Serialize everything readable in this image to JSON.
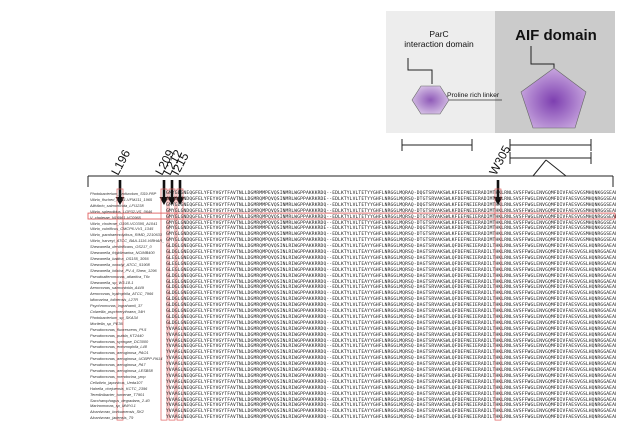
{
  "domains": {
    "parc_label": "ParC\ninteraction domain",
    "aif_label": "AIF domain",
    "linker_label": "Proline rich linker"
  },
  "colors": {
    "hexagon_fill": "#b084c9",
    "pentagon_fill": "#a567c9",
    "highlight_box": "#e06060",
    "panel_light": "#ededed",
    "panel_dark": "#cbcbcb"
  },
  "residue_markers": [
    "L196",
    "L209",
    "L212",
    "I215",
    "W305"
  ],
  "alignment": {
    "rows": [
      {
        "species": "Photobacterium_profundum_SS9-P8P",
        "seq": "GMYGLGNEQGFELYFEYVGYTFAVTNLLDGMRMMPEVQSINMRLWGPPAKKKRDQ--EDLKTYLVLTETYYGHFLNRGGLMQRAQ-DQGTSRVAKSWLKFEEFNEIERADIMTHKLRNLSVSFFWGLENVGQMFDIVFAESVGSMHQNKGGSEALGGKD-P"
      },
      {
        "species": "Vibrio_fischeri_MJ11-VFMJ11_1965",
        "seq": "GMYGLGNDQGFELYFEYVGYTFAVTNLLDGMRQMPQVQSINMRLWGPPAKRKRDE--EDLKTYLVLTETYYGHFLNRGGLMQRSQ-DTGTSRVAKSWLKFDEFNEIERADIMTHKLRNLSVSFFWGLENVGQMFDIVFAESVGSMHQNRGGSEALGGKE-P"
      },
      {
        "species": "Aliivibrio_salmonicida_LFI1238",
        "seq": "GMYGLGNEQGFELYFEYVGYTFAVTNLLDGMRMMPEVQSINMRLWGPPAKRKRDQ--EDLKTYLVLTETYYGHFLNRGGLMQRAQ-DQGTSRVAKSWLKFEEFNEIERADIMTHKLRNLSVSFFWGLENVGQMFDIVFAESVGSMHQNKGGSEALGGKD-P"
      },
      {
        "species": "Vibrio_splendidus_LGP32-VS_0646",
        "seq": "GMYGLGNDQGFELYFEYVGYTFAVTNLLDGMRQMPQVQSINMRLWGPPAKKKRDQ--EDLKTYLVLTETYYGHFLNRGGLMQRAQ-DTGTSRVAKSWLKFDEFNEIERADIMTHKLRNLSVSFFWGLENVGQMFDIVFAESVGSMHQNRGGSEALGGKD-P"
      },
      {
        "species": "V_cholerae_N16961-VC0965",
        "seq": "GMYGLGNDQGFELYFEYVGYTFAVTNLLDGMRQMPQVQSINMRLWGPPAKRKRDQ--EDLKTYLVLTETYYGHFLNRGGLMQRSQ-DTGTSRVAKSWLKFEEFNEIERADIMTHKLRNLSVSFFWGLENVGQMFDIVFAESVGSMHQNRGGSEALGGKE-P"
      },
      {
        "species": "Vibrio_cholerae_O395-VC0395_A1041",
        "seq": "GMYGLGNDQGFELYFEYVGYTFAVTNLLDGMRQMPQVQSINMRLWGPPAKRKRDQ--EDLKTYLVLTETYYGHFLNRGGLMQRSQ-DTGTSRVAKSWLKFEEFNEIERADIMTHKLRNLSVSFFWGLENVGQMFDIVFAESVGSMHQNRGGSEALGGKE-P"
      },
      {
        "species": "Vibrio_vulnificus_CMCP6-VV1_1345",
        "seq": "GMYGLGNDQGFELYFEYVGYTFAVTNLLDGMRMMPEVQSINMRLWGPPAKKKRDE--EDLKTYLVLTETYYGHFLNRGGLMQRAQ-DQGTSRVAKSWLKFDEFNEIERADIMTHKLRNLSVSFFWGLENVGQMFDIVFAESVGSMHQNKGGSEALGGKD-P"
      },
      {
        "species": "Vibrio_parahaemolyticus_RIMD_2210633",
        "seq": "GMYGLGNDQGFELYFEYVGYTFAVTNLLDGMRQMPQVQSINMRLWGPPAKRKRDQ--EDLKTYLVLTETYYGHFLNRGGLMQRSQ-DTGTSRVAKSWLKFEEFNEIERADIMTHKLRNLSVSFFWGLENVGQMFDIVFAESVGSMHQNRGGSEALGGKE-P"
      },
      {
        "species": "Vibrio_harveyi_ATCC_BAA-1116-VIBHAR_01136",
        "seq": "GMYGLGNDQGFELYFEYVGYTFAVTNLLDGMRQMPQVQSINMRLWGPPAKRKRDQ--EDLKTYLVLTETYYGHFLNRGGLMQRSQ-DTGTSRVAKSWLKFEEFNEIERADIMTHKLRNLSVSFFWGLENVGQMFDIVFAESVGSMHQNRGGSEALGGKE-P"
      },
      {
        "species": "Shewanella_denitrificans_OS217_0",
        "seq": "GLDGLGNEQGFELYFEYVGYTFAVTNLLDGMRQMPQVQSINLRIWGPPAKKRRDQ--EDLKTYLVLTEAYYGHFLNRGGLMQRSQ-DAGTSRVAKSWLQFDEFNEIERADILTHKLRNLSVSFFWGLENVGQMFDIVFAESVGSLHQNRGGAEALGGKE-P"
      },
      {
        "species": "Shewanella_frigidimarina_NCIMB400",
        "seq": "GLDGLGNEQGFELYFEYVGYTFAVTNLLDGMRQMPQVQSINLRIWGPPAKKRRDQ--EDLKTYLVLTEAYYGHFLNRGGLMQRSQ-DAGTSRVAKSWLQFDEFNEIERADILTHKLRNLSVSFFWGLENVGQMFDIVFAESVGSLHQNRGGAEALGGKE-P"
      },
      {
        "species": "Shewanella_baltica_OS155_3056",
        "seq": "GLEGLGNEQGFELYFEYVGYTFAVTNLLDGMRQMPQVQSINLRIWGPPAKKRRDQ--EDLKTYLVLTEAYYGHFLNRGGLMQRSQ-DAGTSRVAKSWLQFDEFNEIERADILTHKLRNLSVSFFWGLENVGQMFDIVFAESVGSLHQNRGGAEALGGKE-P"
      },
      {
        "species": "Shewanella_woodyi_ATCC_51908",
        "seq": "GLEGLGNEQGFELYFEYVGYTFAVTNLLDGMRQMPQVQSINLRIWGPPAKKRRDQ--EDLKTYLVLTEAYYGHFLNRGGLMQRSQ-DAGTSRVAKSWLQFDEFNEIERADILTHKLRNLSVSFFWGLENVGQMFDIVFAESVGSLHQNRGGAEALGGKE-P"
      },
      {
        "species": "Shewanella_loihica_PV-4_Shew_1296",
        "seq": "GLEGLGNEQGFELYFEYVGYTFAVTNLLDGMRQMPQVQSINLRIWGPPAKKRRDQ--EDLKTYLVLTEAYYGHFLNRGGLMQRSQ-DAGTSRVAKSWLQFDEFNEIERADILTHKLRNLSVSFFWGLENVGQMFDIVFAESVGSLHQNRGGAEALGGKE-P"
      },
      {
        "species": "Pseudoalteromonas_atlantica_T6c",
        "seq": "GLDGLGNEQGFELYFEYVGYTFAVTNLLDGMRQMPQVQSINLRIWGPPAKKRRDQ--EDLKTYLVLTEAYYGHFLNRGGLMQRSQ-DAGTSRVAKSWLQFDEFNEIERADILTHKLRNLSVSFFWGLENVGQMFDIVFAESVGSLHQNRGGAEALGGKE-P"
      },
      {
        "species": "Shewanella_sp_W3-18-1",
        "seq": "GLEGLGNEQGFELYFEYVGYTFAVTNLLDGMRQMPQVQSINLRIWGPPAKKRRDQ--EDLKTYLVLTEAYYGHFLNRGGLMQRSQ-DAGTSRVAKSWLQFDEFNEIERADILTHKLRNLSVSFFWGLENVGQMFDIVFAESVGSLHQNRGGAEALGGKE-P"
      },
      {
        "species": "Aeromonas_salmonicida_A449",
        "seq": "GLDGLGNEQGFELYFEYVGYTFAVTNLLDGMRQMPQVQSINLRIWGPPAKKRRDQ--EDLKTYLVLTEAYYGHFLNRGGLMQRSQ-DAGTSRVAKSWLQFDEFNEIERADILTHKLRNLSVSFFWGLENVGQMFDIVFAESVGSLHQNRGGAEALGGKE-P"
      },
      {
        "species": "Aeromonas_hydrophila_ATCC_7966",
        "seq": "GLDGLGNEQGFELYFEYVGYTFAVTNLLDGMRQMPQVQSINLRIWGPPAKKRRDQ--EDLKTYLVLTEAYYGHFLNRGGLMQRSQ-DAGTSRVAKSWLQFDEFNEIERADILTHKLRNLSVSFFWGLENVGQMFDIVFAESVGSLHQNRGGAEALGGKE-P"
      },
      {
        "species": "Idiomarina_loihiensis_L2TR",
        "seq": "GLDGLGNEQGFELYFEYVGYTFAVTNLLDGMRQMPQVQSINLRIWGPPAKKRRDQ--EDLKTYLVLTEAYYGHFLNRGGLMQRSQ-DAGTSRVAKSWLQFDEFNEIERADILTHKLRNLSVSFFWGLENVGQMFDIVFAESVGSLHQNRGGAEALGGKE-P"
      },
      {
        "species": "Psychromonas_ingrahamii_37",
        "seq": "GLDGLGNEQGFELYFEYVGYTFAVTNLLDGMRQMPQVQSINLRIWGPPAKKRRDQ--EDLKTYLVLTEAYYGHFLNRGGLMQRSQ-DAGTSRVAKSWLQFDEFNEIERADILTHKLRNLSVSFFWGLENVGQMFDIVFAESVGSLHQNRGGAEALGGKE-P"
      },
      {
        "species": "Colwellia_psychrerythraea_34H",
        "seq": "GLDGLGNEQGFELYFEYVGYTFAVTNLLDGMRQMPQVQSINLRIWGPPAKKRRDQ--EDLKTYLVLTEAYYGHFLNRGGLMQRSQ-DAGTSRVAKSWLQFDEFNEIERADILTHKLRNLSVSFFWGLENVGQMFDIVFAESVGSLHQNRGGAEALGGKE-P"
      },
      {
        "species": "Photobacterium_sp_SKA34",
        "seq": "GLDGLGNEQGFELYFEYVGYTFAVTNLLDGMRQMPQVQSINLRIWGPPAKKRRDQ--EDLKTYLVLTEAYYGHFLNRGGLMQRSQ-DAGTSRVAKSWLQFDEFNEIERADILTHKLRNLSVSFFWGLENVGQMFDIVFAESVGSLHQNRGGAEALGGKE-P"
      },
      {
        "species": "Moritella_sp_PE36",
        "seq": "GLDGLGNEQGFELYFEYVGYTFAVTNLLDGMRQMPQVQSINLRIWGPPAKKRRDQ--EDLKTYLVLTEAYYGHFLNRGGLMQRSQ-DAGTSRVAKSWLQFDEFNEIERADILTHKLRNLSVSFFWGLENVGQMFDIVFAESVGSLHQNRGGAEALGGKE-P"
      },
      {
        "species": "Pseudomonas_fluorescens_Pf-5",
        "seq": "YVAAGLNEQGFELYFEYVGYTFAVTNLLDGMRQMPQVQSINLRIWGPPAKKRRDQ--EDLKTYLVLTEAYYGHFLNRGGLMQRSQ-DAGTSRVAKSWLQFDEFNEIERADILTHKLRNLSVSFFWGLENVGQMFDIVFAESVGSLHQNRGGAEALGGKE-P"
      },
      {
        "species": "Pseudomonas_putida_KT2440",
        "seq": "YVAAGLNEQGFELYFEYVGYTFAVTNLLDGMRQMPQVQSINLRIWGPPAKKRRDQ--EDLKTYLVLTEAYYGHFLNRGGLMQRSQ-DAGTSRVAKSWLQFDEFNEIERADILTHKLRNLSVSFFWGLENVGQMFDIVFAESVGSLHQNRGGAEALGGKE-P"
      },
      {
        "species": "Pseudomonas_syringae_DC3000",
        "seq": "YVAAGLNEQGFELYFEYVGYTFAVTNLLDGMRQMPQVQSINLRIWGPPAKKRRDQ--EDLKTYLVLTEAYYGHFLNRGGLMQRSQ-DAGTSRVAKSWLQFDEFNEIERADILTHKLRNLSVSFFWGLENVGQMFDIVFAESVGSLHQNRGGAEALGGKE-P"
      },
      {
        "species": "Pseudomonas_entomophila_L48",
        "seq": "YVAAGLNEQGFELYFEYVGYTFAVTNLLDGMRQMPQVQSINLRIWGPPAKKRRDQ--EDLKTYLVLTEAYYGHFLNRGGLMQRSQ-DAGTSRVAKSWLQFDEFNEIERADILTHKLRNLSVSFFWGLENVGQMFDIVFAESVGSLHQNRGGAEALGGKE-P"
      },
      {
        "species": "Pseudomonas_aeruginosa_PAO1",
        "seq": "YVAAGLNEQGFELYFEYVGYTFAVTNLLDGMRQMPQVQSINLRIWGPPAKKRRDQ--EDLKTYLVLTEAYYGHFLNRGGLMQRSQ-DAGTSRVAKSWLQFDEFNEIERADILTHKLRNLSVSFFWGLENVGQMFDIVFAESVGSLHQNRGGAEALGGKE-P"
      },
      {
        "species": "Pseudomonas_aeruginosa_UCBPP-PA14",
        "seq": "YVAAGLNEQGFELYFEYVGYTFAVTNLLDGMRQMPQVQSINLRIWGPPAKKRRDQ--EDLKTYLVLTEAYYGHFLNRGGLMQRSQ-DAGTSRVAKSWLQFDEFNEIERADILTHKLRNLSVSFFWGLENVGQMFDIVFAESVGSLHQNRGGAEALGGKE-P"
      },
      {
        "species": "Pseudomonas_aeruginosa_PA7",
        "seq": "YVAAGLNEQGFELYFEYVGYTFAVTNLLDGMRQMPQVQSINLRIWGPPAKKRRDQ--EDLKTYLVLTEAYYGHFLNRGGLMQRSQ-DAGTSRVAKSWLQFDEFNEIERADILTHKLRNLSVSFFWGLENVGQMFDIVFAESVGSLHQNRGGAEALGGKE-P"
      },
      {
        "species": "Pseudomonas_aeruginosa_LESB58",
        "seq": "YVAAGLNEQGFELYFEYVGYTFAVTNLLDGMRQMPQVQSINLRIWGPPAKKRRDQ--EDLKTYLVLTEAYYGHFLNRGGLMQRSQ-DAGTSRVAKSWLQFDEFNEIERADILTHKLRNLSVSFFWGLENVGQMFDIVFAESVGSLHQNRGGAEALGGKE-P"
      },
      {
        "species": "Pseudomonas_mendocina_ymp",
        "seq": "YVAAGLNEQGFELYFEYVGYTFAVTNLLDGMRQMPQVQSINLRIWGPPAKKRRDQ--EDLKTYLVLTEAYYGHFLNRGGLMQRSQ-DAGTSRVAKSWLQFDEFNEIERADILTHKLRNLSVSFFWGLENVGQMFDIVFAESVGSLHQNRGGAEALGGKE-P"
      },
      {
        "species": "Cellvibrio_japonicus_Ueda107",
        "seq": "YVAAGLNEQGFELYFEYVGYTFAVTNLLDGMRQMPQVQSINLRIWGPPAKKRRDQ--EDLKTYLVLTEAYYGHFLNRGGLMQRSQ-DAGTSRVAKSWLQFDEFNEIERADILTHKLRNLSVSFFWGLENVGQMFDIVFAESVGSLHQNRGGAEALGGKE-P"
      },
      {
        "species": "Hahella_chejuensis_KCTC_2396",
        "seq": "YVAAGLNEQGFELYFEYVGYTFAVTNLLDGMRQMPQVQSINLRIWGPPAKKRRDQ--EDLKTYLVLTEAYYGHFLNRGGLMQRSQ-DAGTSRVAKSWLQFDEFNEIERADILTHKLRNLSVSFFWGLENVGQMFDIVFAESVGSLHQNRGGAEALGGKE-P"
      },
      {
        "species": "Teredinibacter_turnerae_T7901",
        "seq": "YVAAGLNEQGFELYFEYVGYTFAVTNLLDGMRQMPQVQSINLRIWGPPAKKRRDQ--EDLKTYLVLTEAYYGHFLNRGGLMQRSQ-DAGTSRVAKSWLQFDEFNEIERADILTHKLRNLSVSFFWGLENVGQMFDIVFAESVGSLHQNRGGAEALGGKE-P"
      },
      {
        "species": "Saccharophagus_degradans_2-40",
        "seq": "YVAAGLNEQGFELYFEYVGYTFAVTNLLDGMRQMPQVQSINLRIWGPPAKKRRDQ--EDLKTYLVLTEAYYGHFLNRGGLMQRSQ-DAGTSRVAKSWLQFDEFNEIERADILTHKLRNLSVSFFWGLENVGQMFDIVFAESVGSLHQNRGGAEALGGKE-P"
      },
      {
        "species": "Marinomonas_sp_MWYL1",
        "seq": "YVAAGLNEQGFELYFEYVGYTFAVTNLLDGMRQMPQVQSINLRIWGPPAKKRRDQ--EDLKTYLVLTEAYYGHFLNRGGLMQRSQ-DAGTSRVAKSWLQFDEFNEIERADILTHKLRNLSVSFFWGLENVGQMFDIVFAESVGSLHQNRGGAEALGGKE-P"
      },
      {
        "species": "Alcanivorax_borkumensis_SK2",
        "seq": "YVAAGLNEQGFELYFEYVGYTFAVTNLLDGMRQMPQVQSINLRIWGPPAKKRRDQ--EDLKTYLVLTEAYYGHFLNRGGLMQRSQ-DAGTSRVAKSWLQFDEFNEIERADILTHKLRNLSVSFFWGLENVGQMFDIVFAESVGSLHQNRGGAEALGGKE-P"
      },
      {
        "species": "Alcanivorax_jadensis_T9",
        "seq": "YVAAGLNEQGFELYFEYVGYTFAVTNLLDGMRQMPQVQSINLRIWGPPAKKRRDQ--EDLKTYLVLTEAYYGHFLNRGGLMQRSQ-DAGTSRVAKSWLQFDEFNEIERADILTHKLRNLSVSFFWGLENVGQMFDIVFAESVGSLHQNRGGAEALGGKE-P"
      }
    ]
  }
}
